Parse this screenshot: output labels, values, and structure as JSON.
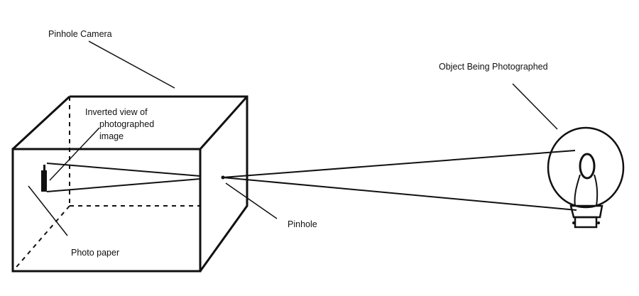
{
  "labels": {
    "camera": "Pinhole Camera",
    "inverted_line1": "Inverted view of",
    "inverted_line2": "photographed",
    "inverted_line3": "image",
    "object": "Object Being Photographed",
    "pinhole": "Pinhole",
    "photo_paper": "Photo paper"
  },
  "colors": {
    "ink": "#111111",
    "background": "#ffffff"
  }
}
